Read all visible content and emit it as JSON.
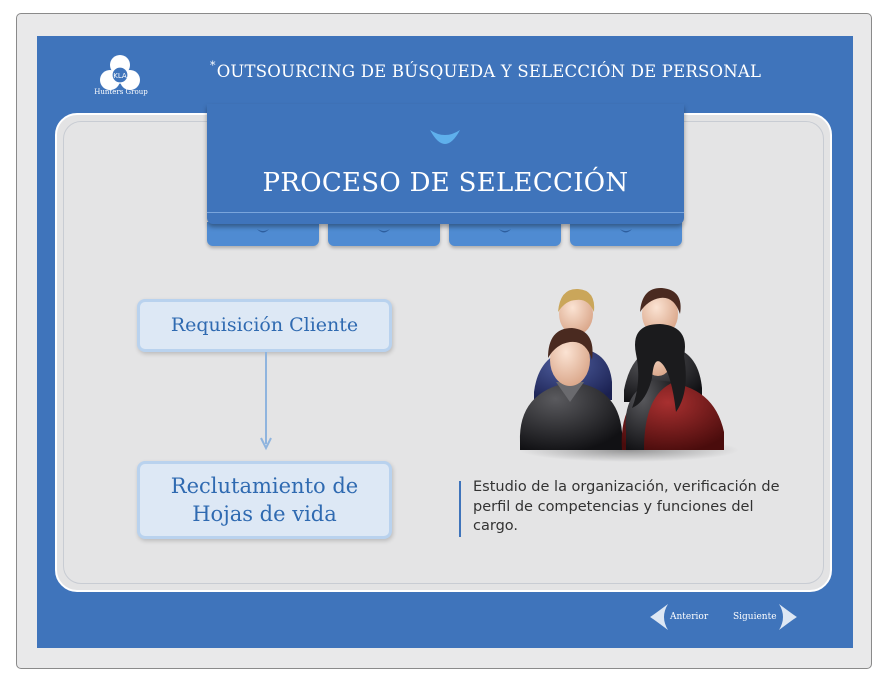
{
  "header": {
    "asterisk": "*",
    "title": "OUTSOURCING DE BÚSQUEDA Y SELECCIÓN DE PERSONAL",
    "logo_text": "Hunters Group",
    "logo_initials": "KLA"
  },
  "banner": {
    "title": "PROCESO DE SELECCIÓN",
    "tab_count": 4
  },
  "flow": {
    "step1": "Requisición Cliente",
    "step2_line1": "Reclutamiento de",
    "step2_line2": "Hojas de vida"
  },
  "description": "Estudio de la organización, verificación de perfil de competencias y funciones del cargo.",
  "nav": {
    "prev_label": "Anterior",
    "next_label": "Siguiente"
  },
  "colors": {
    "primary_blue": "#3f74bb",
    "tab_blue": "#4f8bd2",
    "flow_text": "#2f6ab1",
    "panel_bg": "#e4e4e5"
  },
  "icons": {
    "logo": "kla-logo-icon",
    "banner_chevron": "chevron-down-icon",
    "people_illustration": "people-group-icon",
    "prev": "arrow-left-icon",
    "next": "arrow-right-icon"
  }
}
